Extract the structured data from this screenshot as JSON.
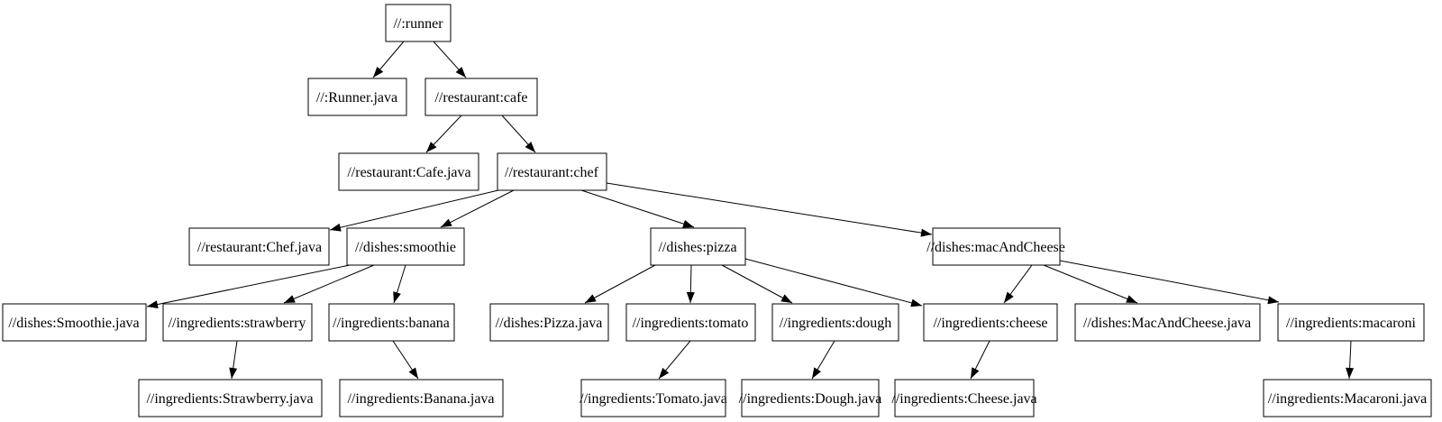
{
  "diagram": {
    "kind": "build-dependency-graph",
    "colors": {
      "background": "#ffffff",
      "node_fill": "#ffffff",
      "node_border": "#000000",
      "edge": "#000000",
      "text": "#000000"
    },
    "nodes": {
      "runner": {
        "label": "//:runner"
      },
      "runner_java": {
        "label": "//:Runner.java"
      },
      "cafe": {
        "label": "//restaurant:cafe"
      },
      "cafe_java": {
        "label": "//restaurant:Cafe.java"
      },
      "chef": {
        "label": "//restaurant:chef"
      },
      "chef_java": {
        "label": "//restaurant:Chef.java"
      },
      "smoothie": {
        "label": "//dishes:smoothie"
      },
      "smoothie_java": {
        "label": "//dishes:Smoothie.java"
      },
      "strawberry": {
        "label": "//ingredients:strawberry"
      },
      "strawberry_java": {
        "label": "//ingredients:Strawberry.java"
      },
      "banana": {
        "label": "//ingredients:banana"
      },
      "banana_java": {
        "label": "//ingredients:Banana.java"
      },
      "pizza": {
        "label": "//dishes:pizza"
      },
      "pizza_java": {
        "label": "//dishes:Pizza.java"
      },
      "tomato": {
        "label": "//ingredients:tomato"
      },
      "tomato_java": {
        "label": "//ingredients:Tomato.java"
      },
      "dough": {
        "label": "//ingredients:dough"
      },
      "dough_java": {
        "label": "//ingredients:Dough.java"
      },
      "cheese": {
        "label": "//ingredients:cheese"
      },
      "cheese_java": {
        "label": "//ingredients:Cheese.java"
      },
      "macAndCheese": {
        "label": "//dishes:macAndCheese"
      },
      "macAndCheese_java": {
        "label": "//dishes:MacAndCheese.java"
      },
      "macaroni": {
        "label": "//ingredients:macaroni"
      },
      "macaroni_java": {
        "label": "//ingredients:Macaroni.java"
      }
    },
    "edges": [
      {
        "from": "runner",
        "to": "runner_java"
      },
      {
        "from": "runner",
        "to": "cafe"
      },
      {
        "from": "cafe",
        "to": "cafe_java"
      },
      {
        "from": "cafe",
        "to": "chef"
      },
      {
        "from": "chef",
        "to": "chef_java"
      },
      {
        "from": "chef",
        "to": "smoothie"
      },
      {
        "from": "chef",
        "to": "pizza"
      },
      {
        "from": "chef",
        "to": "macAndCheese"
      },
      {
        "from": "smoothie",
        "to": "smoothie_java"
      },
      {
        "from": "smoothie",
        "to": "strawberry"
      },
      {
        "from": "smoothie",
        "to": "banana"
      },
      {
        "from": "strawberry",
        "to": "strawberry_java"
      },
      {
        "from": "banana",
        "to": "banana_java"
      },
      {
        "from": "pizza",
        "to": "pizza_java"
      },
      {
        "from": "pizza",
        "to": "tomato"
      },
      {
        "from": "pizza",
        "to": "dough"
      },
      {
        "from": "pizza",
        "to": "cheese"
      },
      {
        "from": "macAndCheese",
        "to": "cheese"
      },
      {
        "from": "macAndCheese",
        "to": "macAndCheese_java"
      },
      {
        "from": "macAndCheese",
        "to": "macaroni"
      },
      {
        "from": "tomato",
        "to": "tomato_java"
      },
      {
        "from": "dough",
        "to": "dough_java"
      },
      {
        "from": "cheese",
        "to": "cheese_java"
      },
      {
        "from": "macaroni",
        "to": "macaroni_java"
      }
    ]
  }
}
